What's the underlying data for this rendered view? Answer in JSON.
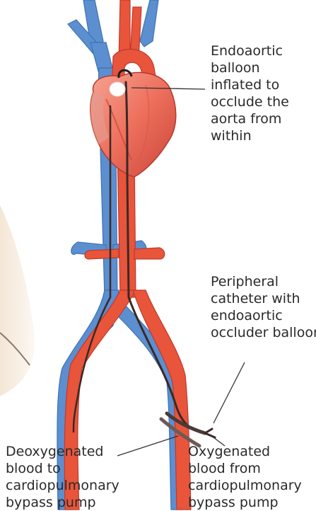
{
  "labels": {
    "balloon": [
      "Endoaortic",
      "balloon",
      "inflated to",
      "occlude the",
      "aorta from",
      "within"
    ],
    "catheter": [
      "Peripheral",
      "catheter with",
      "endoaortic",
      "occluder balloon"
    ],
    "deoxygenated": [
      "Deoxygenated",
      "blood to",
      "cardiopulmonary",
      "bypass pump"
    ],
    "oxygenated": [
      "Oxygenated",
      "blood from",
      "cardiopulmonary",
      "bypass pump"
    ]
  },
  "colors": {
    "artery": "#e8553b",
    "vein": "#5b8fd0",
    "heart": "#ee7a6a",
    "catheter": "#3a2a26",
    "leader": "#333333"
  }
}
